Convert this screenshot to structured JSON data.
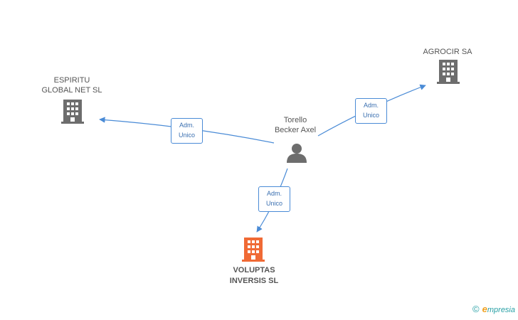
{
  "nodes": {
    "espiritu": {
      "line1": "ESPIRITU",
      "line2": "GLOBAL NET  SL"
    },
    "agrocir": {
      "line1": "AGROCIR SA"
    },
    "person": {
      "line1": "Torello",
      "line2": "Becker Axel"
    },
    "voluptas": {
      "line1": "VOLUPTAS",
      "line2": "INVERSIS SL"
    }
  },
  "edges": {
    "to_espiritu": {
      "line1": "Adm.",
      "line2": "Unico"
    },
    "to_agrocir": {
      "line1": "Adm.",
      "line2": "Unico"
    },
    "to_voluptas": {
      "line1": "Adm.",
      "line2": "Unico"
    }
  },
  "colors": {
    "company_icon": "#6d6d6d",
    "main_company_icon": "#f06a35",
    "edge": "#4a8bd6",
    "person_icon": "#6d6d6d"
  },
  "brand": {
    "copyright": "©",
    "initial": "e",
    "rest": "mpresia"
  }
}
